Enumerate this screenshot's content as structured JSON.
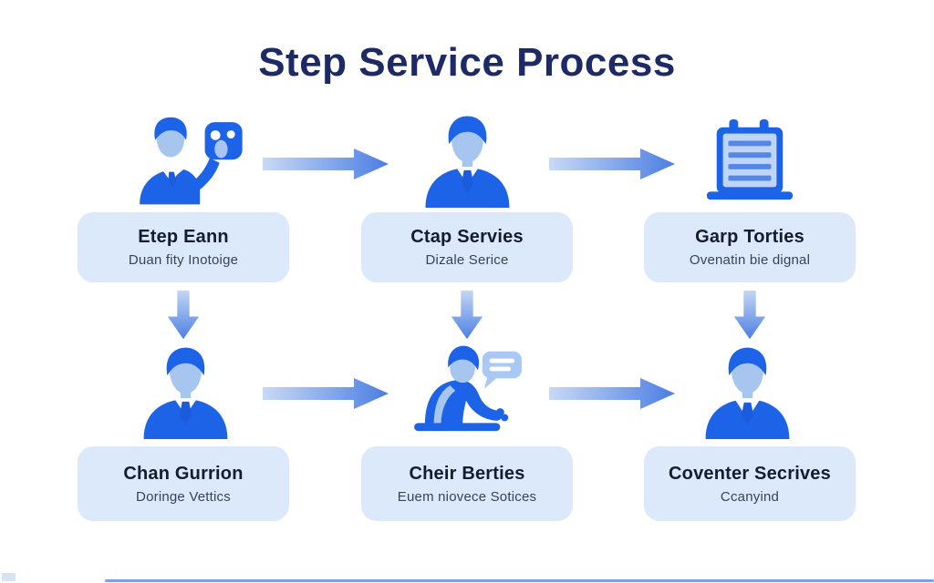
{
  "title": "Step Service Process",
  "colors": {
    "title_text": "#1d2a66",
    "icon_blue": "#1d63e8",
    "icon_skin": "#a6c6ef",
    "card_background": "#dbe9fb",
    "card_title": "#131c30",
    "card_subtitle": "#35435f",
    "arrow_gradient_start": "#c9d9f5",
    "arrow_gradient_end": "#497ce2"
  },
  "steps": [
    {
      "icon": "person-holding-mask-icon",
      "title": "Etep Eann",
      "subtitle": "Duan fity Inotoige"
    },
    {
      "icon": "businessman-icon",
      "title": "Ctap Servies",
      "subtitle": "Dizale Serice"
    },
    {
      "icon": "presentation-board-icon",
      "title": "Garp Torties",
      "subtitle": "Ovenatin bie dignal"
    },
    {
      "icon": "businessman-icon",
      "title": "Chan Gurrion",
      "subtitle": "Doringe Vettics"
    },
    {
      "icon": "consultant-chat-icon",
      "title": "Cheir Berties",
      "subtitle": "Euem niovece Sotices"
    },
    {
      "icon": "businessman-icon",
      "title": "Coventer Secrives",
      "subtitle": "Ccanyind"
    }
  ]
}
